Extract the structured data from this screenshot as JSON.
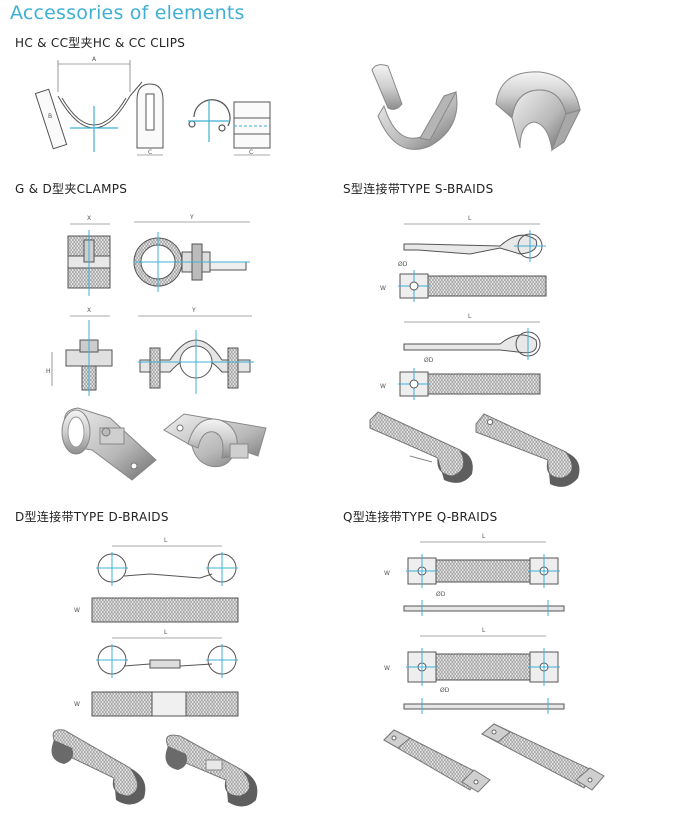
{
  "page": {
    "title": "Accessories of elements",
    "accent_color": "#3fb0d4"
  },
  "sections": {
    "hc_cc": {
      "heading": "HC & CC型夹HC & CC CLIPS"
    },
    "gd": {
      "heading": "G & D型夹CLAMPS"
    },
    "s_braids": {
      "heading": "S型连接带TYPE S-BRAIDS"
    },
    "d_braids": {
      "heading": "D型连接带TYPE D-BRAIDS"
    },
    "q_braids": {
      "heading": "Q型连接带TYPE Q-BRAIDS"
    }
  },
  "dimension_labels": {
    "a": "A",
    "b": "B",
    "c": "C",
    "x": "X",
    "y": "Y",
    "h": "H",
    "l": "L",
    "w": "W",
    "d": "ØD"
  },
  "icons": [
    "hc-clip-drawing",
    "cc-clip-drawing",
    "clip-3d-render",
    "clamp-drawing",
    "clamp-3d-render",
    "braid-drawing",
    "braid-3d-render"
  ]
}
